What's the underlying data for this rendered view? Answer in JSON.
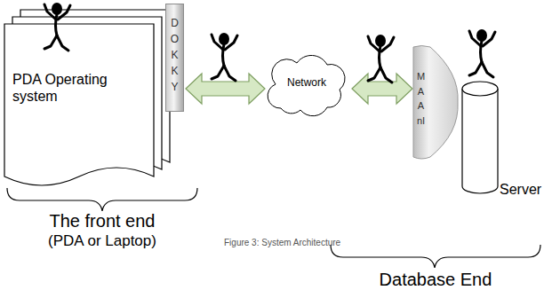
{
  "diagram": {
    "caption": "Figure 3: System Architecture",
    "nodes": [
      {
        "text": [
          "PDA Operating system"
        ]
      },
      {
        "text": [
          "DOKKY"
        ]
      },
      {
        "text": [
          "Network"
        ]
      },
      {
        "text": [
          "MAAnI"
        ]
      },
      {
        "text": [
          "Server"
        ]
      }
    ],
    "edges": [
      {
        "from": 1,
        "to": 2,
        "arrow": "both"
      },
      {
        "from": 2,
        "to": 3,
        "arrow": "both"
      }
    ],
    "labels": [
      "The front end",
      "(PDA or Laptop)",
      "Database End"
    ]
  }
}
